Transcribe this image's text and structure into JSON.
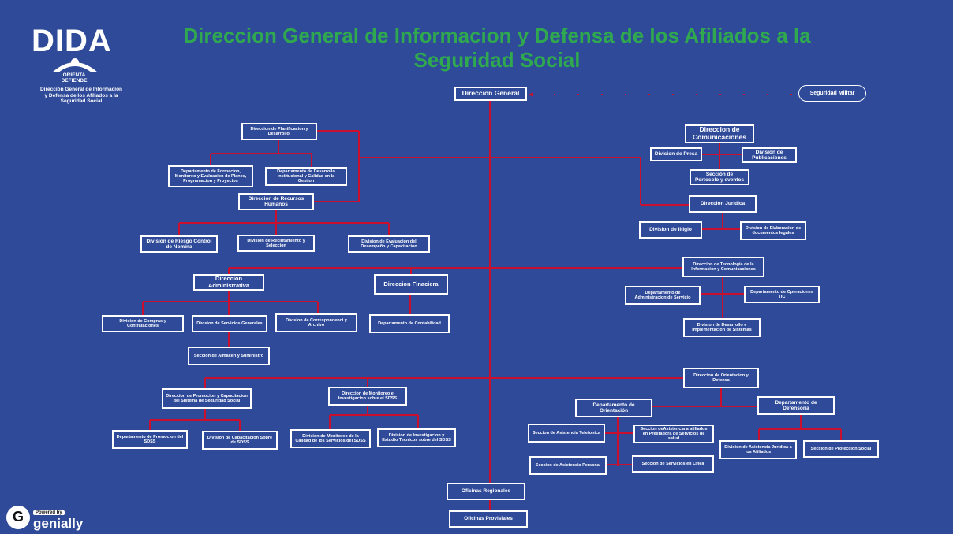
{
  "header": {
    "title_line1": "Direccion General  de Informacion y Defensa de los Afiliados a la",
    "title_line2": "Seguridad Social"
  },
  "logo": {
    "word": "DIDA",
    "tag_line1": "ORIENTA",
    "tag_line2": "DEFIENDE",
    "subtitle_line1": "Dirección General de Información",
    "subtitle_line2": "y Defensa de los Afiliados a la",
    "subtitle_line3": "Seguridad Social"
  },
  "footer": {
    "powered_by": "Powered by",
    "brand": "genially",
    "brand_icon": "G"
  },
  "colors": {
    "background": "#2e4a99",
    "title": "#2fa84f",
    "connector": "#c8102e",
    "box_border": "#ffffff"
  },
  "nodes": {
    "direccion_general": "Direccion General",
    "seguridad_militar": "Seguridad Militar",
    "planificacion": "Direccion de Planificacion y Desarrollo.",
    "dep_formacion": "Departamento de Formacion, Monitoreo y Evaluacion de Planes, Programacion y Proyectos",
    "dep_desarrollo_inst": "Departamento de Desarrollo Institucional y Calidad en la Gestion",
    "recursos_humanos": "Direccion de Recursos Humanos",
    "div_riesgo": "Division de Riesgo Control de Nomina",
    "div_reclutamiento": "Division de Reclutamiento y Seleccion",
    "div_evaluacion": "Division de Evaluacion del Desempeño y Capacitacion",
    "comunicaciones": "Direccion de Comunicaciones",
    "div_prensa": "Division de Presa",
    "div_publicaciones": "Division de Publicaciones",
    "sec_protocolo": "Sección de Portocolo y eventos",
    "juridica": "Direccion Juridica",
    "div_litigio": "Division de litigio",
    "div_elaboracion": "Division de Elaboracion de documentos legales",
    "tic": "Direccion de Tecnologia de la Informacion y Comunicaciones",
    "dep_admin_servicio": "Departamento de Administracion de Servicio",
    "dep_operaciones_tic": "Departamento de Operaciones TIC",
    "div_desarrollo_sistemas": "Division de Desarrollo e Implementacion de Sistemas",
    "administrativa": "Direccion Administrativa",
    "div_compras": "Division de Compras y Contrataciones",
    "div_servicios_generales": "Division de Servicios Generales",
    "div_correspondencia": "Division de Correspondenci y Archivo",
    "sec_almacen": "Sección de Almacen y Suministro",
    "financiera": "Direccion Finaciera",
    "dep_contabilidad": "Departamento de Contabilidad",
    "orientacion_defensa": "Direccion de Orientacion y Defensa",
    "dep_orientacion": "Departamento de Orientación",
    "sec_asist_telefonica": "Seccion de Asistencia Telefonica",
    "sec_asist_afiliados": "Seccion deAsistencia a afiliados en Prestadora de Servicios de salud",
    "sec_asist_personal": "Seccion de Asistencia Personal",
    "sec_servicios_linea": "Seccion de Servicios en Linea",
    "dep_defensoria": "Departamento de Defensoria",
    "div_asist_juridica": "Division de Asistencia Juridica a los Afiliados",
    "sec_proteccion_social": "Seccion de Proteccion Social",
    "promocion": "Direccion de Promocion y Capacitacion del Sistema de Seguridad Social",
    "dep_promocion": "Departamento de Promocion del SDSS",
    "div_capacitacion": "Division de Capacitación Sobre de SDSS",
    "monitoreo": "Direccion de Monitoreo e Investigacion sobre el SDSS",
    "div_monitoreo_calidad": "Division de Monitoreo de la Calidad de los Servicios del SDSS",
    "div_investigacion": "Division de Investigacion y Estudio Tecnicos sobre del SDSS",
    "oficinas_regionales": "Oficinas Regionales",
    "oficinas_provinciales": "Oficinas Provisiales"
  }
}
